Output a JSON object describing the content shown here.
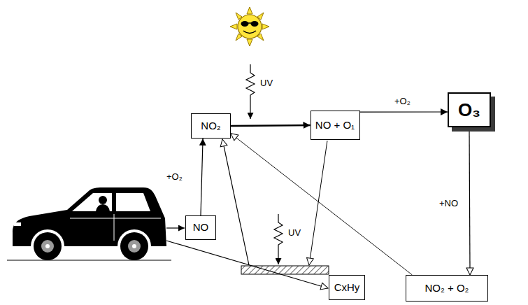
{
  "diagram": {
    "nodes": [
      {
        "text": [
          "NO₂"
        ]
      },
      {
        "text": [
          "NO + O₁"
        ]
      },
      {
        "text": [
          "O₃"
        ]
      },
      {
        "text": [
          "NO"
        ]
      },
      {
        "text": [
          "CxHy"
        ]
      },
      {
        "text": [
          "NO₂ + O₂"
        ]
      }
    ],
    "edges": [
      {
        "from": 3,
        "to": 0,
        "arrow": "to",
        "label": "+O₂"
      },
      {
        "from": 0,
        "to": 1,
        "arrow": "to"
      },
      {
        "from": 1,
        "to": 2,
        "arrow": "to",
        "label": "+O₂"
      },
      {
        "from": 2,
        "to": 5,
        "arrow": "to",
        "label": "+NO"
      },
      {
        "from": 5,
        "to": 0,
        "arrow": "to"
      }
    ],
    "labels": [
      "UV",
      "UV"
    ]
  }
}
